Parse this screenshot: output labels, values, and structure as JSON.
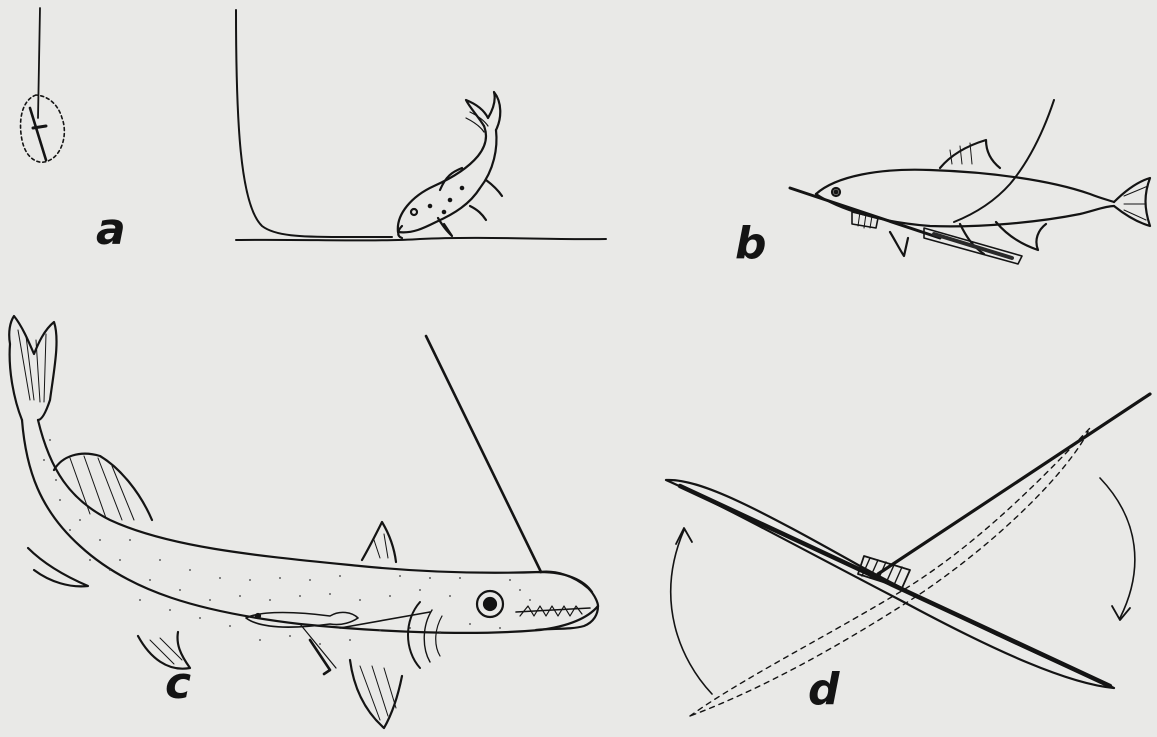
{
  "figure": {
    "panels": [
      {
        "id": "a",
        "label": "a"
      },
      {
        "id": "b",
        "label": "b"
      },
      {
        "id": "c",
        "label": "c"
      },
      {
        "id": "d",
        "label": "d"
      }
    ],
    "colors": {
      "background": "#e9e9e7",
      "ink": "#141414",
      "stipple": "#3a3a3a"
    }
  }
}
